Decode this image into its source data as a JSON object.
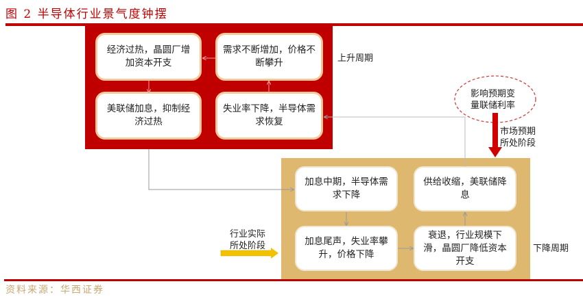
{
  "title": "图 2   半导体行业景气度钟摆",
  "upcycle": {
    "label": "上升周期",
    "boxes": [
      "经济过热，晶圆厂增加资本开支",
      "需求不断增加，价格不断攀升",
      "美联储加息，抑制经济过热",
      "失业率下降，半导体需求恢复"
    ]
  },
  "downcycle": {
    "label": "下降周期",
    "boxes": [
      "加息中期，半导体需求下降",
      "供给收缩，美联储降息",
      "加息尾声，失业率攀升，价格下降",
      "衰退，行业规模下滑，晶圆厂降低资本开支"
    ]
  },
  "expectation_variable": {
    "line1": "影响预期变",
    "line2": "量联储利率"
  },
  "market_stage": {
    "line1": "市场预期",
    "line2": "所处阶段"
  },
  "actual_stage": {
    "line1": "行业实际",
    "line2": "所处阶段"
  },
  "source": "资料来源：华西证券",
  "colors": {
    "red": "#c00000",
    "tan": "#deb86f",
    "arrow_yellow": "#f2c200"
  }
}
